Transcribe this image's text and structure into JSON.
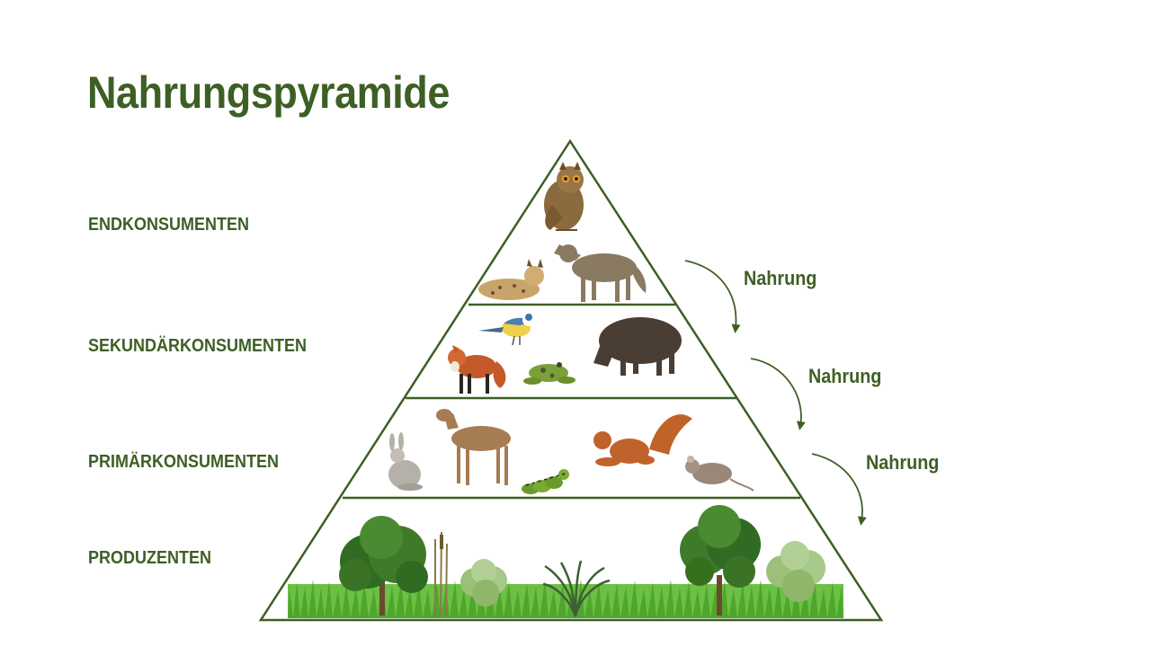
{
  "title": "Nahrungspyramide",
  "levels": [
    {
      "label": "ENDKONSUMENTEN"
    },
    {
      "label": "SEKUNDÄRKONSUMENTEN"
    },
    {
      "label": "PRIMÄRKONSUMENTEN"
    },
    {
      "label": "PRODUZENTEN"
    }
  ],
  "flow_labels": [
    "Nahrung",
    "Nahrung",
    "Nahrung"
  ],
  "colors": {
    "accent": "#3e5f24",
    "grass": "#5fb83a",
    "tree": "#3f7a2b"
  }
}
